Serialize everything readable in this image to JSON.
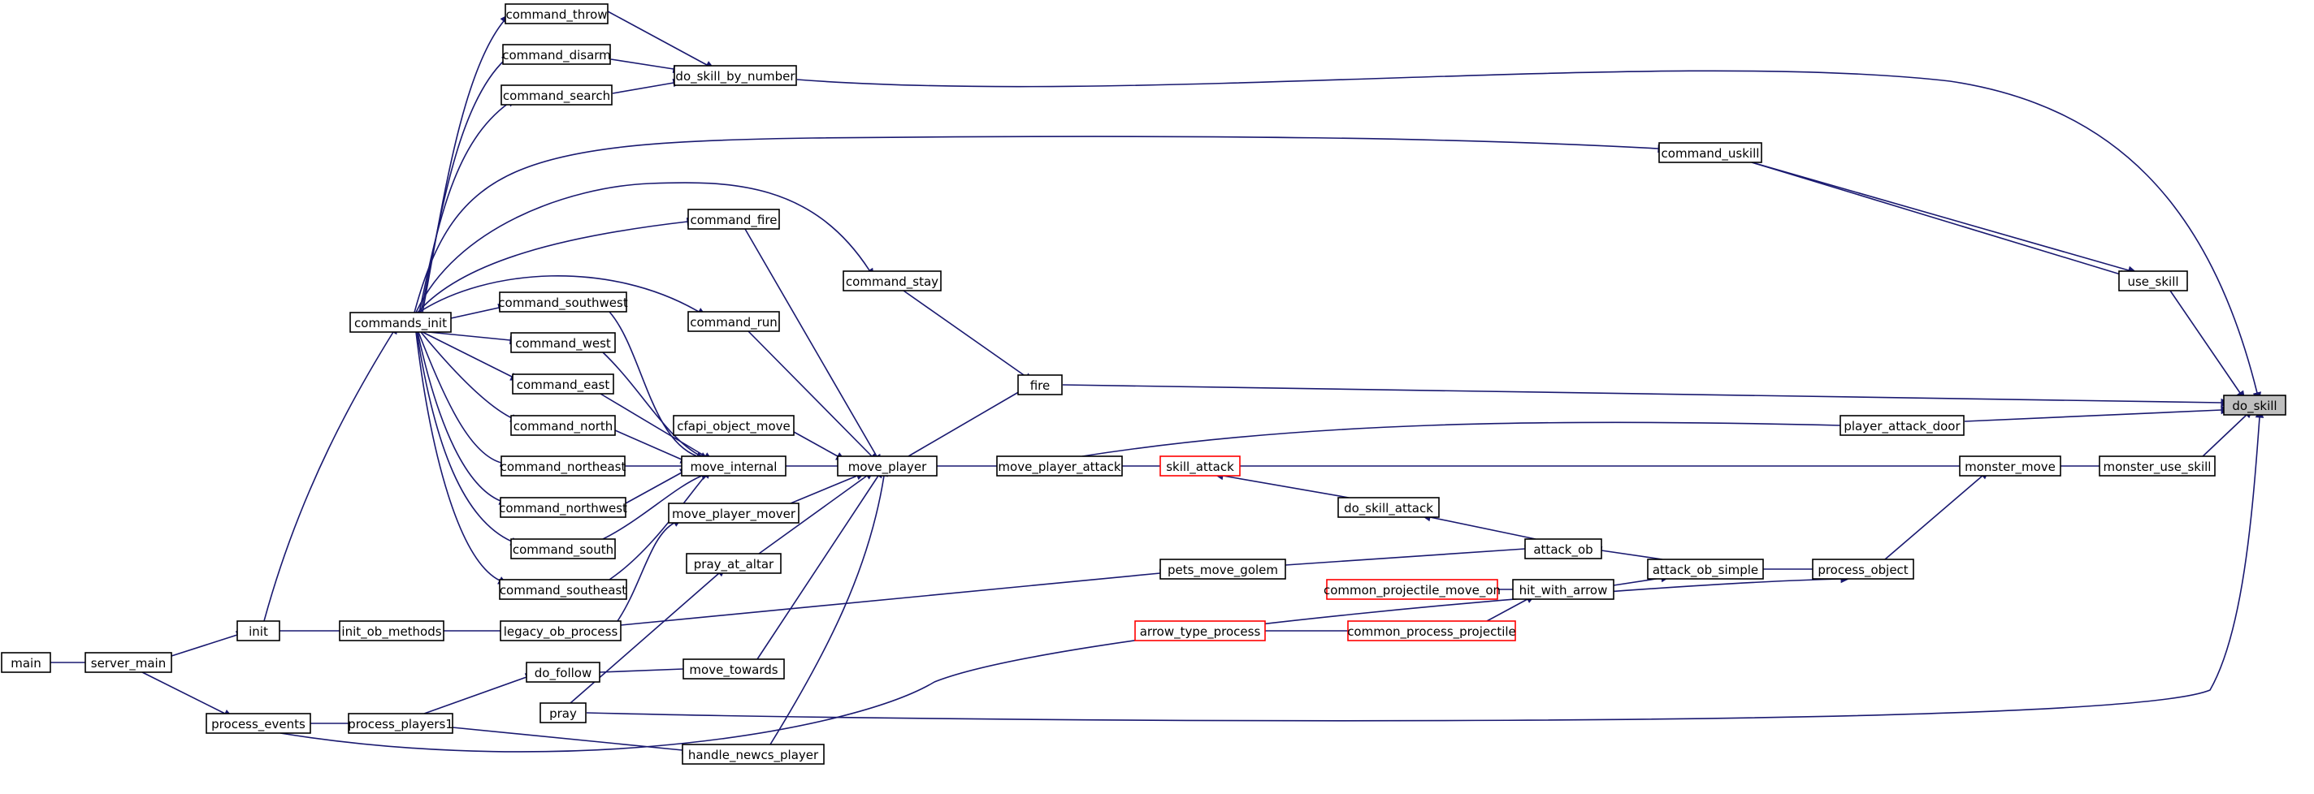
{
  "graph": {
    "colors": {
      "edge": "#191970",
      "node_border": "#000000",
      "node_border_incomplete": "#ff0000",
      "focus_fill": "#bfbfbf"
    },
    "nodes": [
      {
        "id": "do_skill",
        "label": "do_skill",
        "focus": true
      },
      {
        "id": "do_skill_by_number",
        "label": "do_skill_by_number"
      },
      {
        "id": "command_throw",
        "label": "command_throw"
      },
      {
        "id": "command_disarm",
        "label": "command_disarm"
      },
      {
        "id": "command_search",
        "label": "command_search"
      },
      {
        "id": "commands_init",
        "label": "commands_init"
      },
      {
        "id": "command_uskill",
        "label": "command_uskill"
      },
      {
        "id": "use_skill",
        "label": "use_skill"
      },
      {
        "id": "fire",
        "label": "fire"
      },
      {
        "id": "command_fire",
        "label": "command_fire"
      },
      {
        "id": "command_stay",
        "label": "command_stay"
      },
      {
        "id": "move_player",
        "label": "move_player"
      },
      {
        "id": "command_run",
        "label": "command_run"
      },
      {
        "id": "command_southwest",
        "label": "command_southwest"
      },
      {
        "id": "command_west",
        "label": "command_west"
      },
      {
        "id": "command_east",
        "label": "command_east"
      },
      {
        "id": "command_north",
        "label": "command_north"
      },
      {
        "id": "command_northeast",
        "label": "command_northeast"
      },
      {
        "id": "command_northwest",
        "label": "command_northwest"
      },
      {
        "id": "command_south",
        "label": "command_south"
      },
      {
        "id": "command_southeast",
        "label": "command_southeast"
      },
      {
        "id": "cfapi_object_move",
        "label": "cfapi_object_move"
      },
      {
        "id": "move_internal",
        "label": "move_internal"
      },
      {
        "id": "move_player_mover",
        "label": "move_player_mover"
      },
      {
        "id": "pray_at_altar",
        "label": "pray_at_altar"
      },
      {
        "id": "move_towards",
        "label": "move_towards"
      },
      {
        "id": "handle_newcs_player",
        "label": "handle_newcs_player"
      },
      {
        "id": "player_attack_door",
        "label": "player_attack_door"
      },
      {
        "id": "move_player_attack",
        "label": "move_player_attack"
      },
      {
        "id": "skill_attack",
        "label": "skill_attack",
        "incomplete": true
      },
      {
        "id": "monster_move",
        "label": "monster_move"
      },
      {
        "id": "monster_use_skill",
        "label": "monster_use_skill"
      },
      {
        "id": "do_skill_attack",
        "label": "do_skill_attack"
      },
      {
        "id": "attack_ob",
        "label": "attack_ob"
      },
      {
        "id": "attack_ob_simple",
        "label": "attack_ob_simple"
      },
      {
        "id": "process_object",
        "label": "process_object"
      },
      {
        "id": "pets_move_golem",
        "label": "pets_move_golem"
      },
      {
        "id": "hit_with_arrow",
        "label": "hit_with_arrow"
      },
      {
        "id": "common_projectile_move_on",
        "label": "common_projectile_move_on",
        "incomplete": true
      },
      {
        "id": "common_process_projectile",
        "label": "common_process_projectile",
        "incomplete": true
      },
      {
        "id": "arrow_type_process",
        "label": "arrow_type_process",
        "incomplete": true
      },
      {
        "id": "legacy_ob_process",
        "label": "legacy_ob_process"
      },
      {
        "id": "init_ob_methods",
        "label": "init_ob_methods"
      },
      {
        "id": "init",
        "label": "init"
      },
      {
        "id": "server_main",
        "label": "server_main"
      },
      {
        "id": "main",
        "label": "main"
      },
      {
        "id": "process_events",
        "label": "process_events"
      },
      {
        "id": "process_players1",
        "label": "process_players1"
      },
      {
        "id": "do_follow",
        "label": "do_follow"
      },
      {
        "id": "pray",
        "label": "pray"
      }
    ],
    "edges": [
      {
        "from": "do_skill_by_number",
        "to": "do_skill"
      },
      {
        "from": "command_uskill",
        "to": "do_skill"
      },
      {
        "from": "use_skill",
        "to": "do_skill"
      },
      {
        "from": "fire",
        "to": "do_skill"
      },
      {
        "from": "player_attack_door",
        "to": "do_skill"
      },
      {
        "from": "monster_use_skill",
        "to": "do_skill"
      },
      {
        "from": "pray",
        "to": "do_skill"
      },
      {
        "from": "command_throw",
        "to": "do_skill_by_number"
      },
      {
        "from": "command_disarm",
        "to": "do_skill_by_number"
      },
      {
        "from": "command_search",
        "to": "do_skill_by_number"
      },
      {
        "from": "commands_init",
        "to": "command_throw"
      },
      {
        "from": "commands_init",
        "to": "command_disarm"
      },
      {
        "from": "commands_init",
        "to": "command_search"
      },
      {
        "from": "commands_init",
        "to": "command_uskill"
      },
      {
        "from": "commands_init",
        "to": "command_fire"
      },
      {
        "from": "commands_init",
        "to": "command_stay"
      },
      {
        "from": "commands_init",
        "to": "command_run"
      },
      {
        "from": "commands_init",
        "to": "command_southwest"
      },
      {
        "from": "commands_init",
        "to": "command_west"
      },
      {
        "from": "commands_init",
        "to": "command_east"
      },
      {
        "from": "commands_init",
        "to": "command_north"
      },
      {
        "from": "commands_init",
        "to": "command_northeast"
      },
      {
        "from": "commands_init",
        "to": "command_northwest"
      },
      {
        "from": "commands_init",
        "to": "command_south"
      },
      {
        "from": "commands_init",
        "to": "command_southeast"
      },
      {
        "from": "command_uskill",
        "to": "use_skill"
      },
      {
        "from": "command_stay",
        "to": "fire"
      },
      {
        "from": "move_player",
        "to": "fire"
      },
      {
        "from": "command_fire",
        "to": "move_player"
      },
      {
        "from": "command_run",
        "to": "move_player"
      },
      {
        "from": "cfapi_object_move",
        "to": "move_player"
      },
      {
        "from": "move_internal",
        "to": "move_player"
      },
      {
        "from": "move_player_mover",
        "to": "move_player"
      },
      {
        "from": "pray_at_altar",
        "to": "move_player"
      },
      {
        "from": "move_towards",
        "to": "move_player"
      },
      {
        "from": "handle_newcs_player",
        "to": "move_player"
      },
      {
        "from": "command_southwest",
        "to": "move_internal"
      },
      {
        "from": "command_west",
        "to": "move_internal"
      },
      {
        "from": "command_east",
        "to": "move_internal"
      },
      {
        "from": "command_north",
        "to": "move_internal"
      },
      {
        "from": "command_northeast",
        "to": "move_internal"
      },
      {
        "from": "command_northwest",
        "to": "move_internal"
      },
      {
        "from": "command_south",
        "to": "move_internal"
      },
      {
        "from": "command_southeast",
        "to": "move_internal"
      },
      {
        "from": "move_player_attack",
        "to": "player_attack_door"
      },
      {
        "from": "move_player",
        "to": "move_player_attack"
      },
      {
        "from": "move_player_attack",
        "to": "skill_attack"
      },
      {
        "from": "monster_move",
        "to": "skill_attack"
      },
      {
        "from": "do_skill_attack",
        "to": "skill_attack"
      },
      {
        "from": "monster_move",
        "to": "monster_use_skill"
      },
      {
        "from": "attack_ob",
        "to": "do_skill_attack"
      },
      {
        "from": "attack_ob_simple",
        "to": "attack_ob"
      },
      {
        "from": "pets_move_golem",
        "to": "attack_ob"
      },
      {
        "from": "process_object",
        "to": "attack_ob_simple"
      },
      {
        "from": "hit_with_arrow",
        "to": "attack_ob_simple"
      },
      {
        "from": "common_projectile_move_on",
        "to": "hit_with_arrow"
      },
      {
        "from": "common_process_projectile",
        "to": "hit_with_arrow"
      },
      {
        "from": "arrow_type_process",
        "to": "common_process_projectile"
      },
      {
        "from": "process_object",
        "to": "monster_move"
      },
      {
        "from": "legacy_ob_process",
        "to": "pets_move_golem"
      },
      {
        "from": "legacy_ob_process",
        "to": "move_player_mover"
      },
      {
        "from": "init_ob_methods",
        "to": "legacy_ob_process"
      },
      {
        "from": "init",
        "to": "init_ob_methods"
      },
      {
        "from": "init",
        "to": "commands_init"
      },
      {
        "from": "server_main",
        "to": "init"
      },
      {
        "from": "server_main",
        "to": "process_events"
      },
      {
        "from": "main",
        "to": "server_main"
      },
      {
        "from": "process_events",
        "to": "process_players1"
      },
      {
        "from": "process_events",
        "to": "process_object"
      },
      {
        "from": "process_players1",
        "to": "do_follow"
      },
      {
        "from": "process_players1",
        "to": "handle_newcs_player"
      },
      {
        "from": "do_follow",
        "to": "move_towards"
      },
      {
        "from": "pray",
        "to": "pray_at_altar"
      }
    ]
  }
}
